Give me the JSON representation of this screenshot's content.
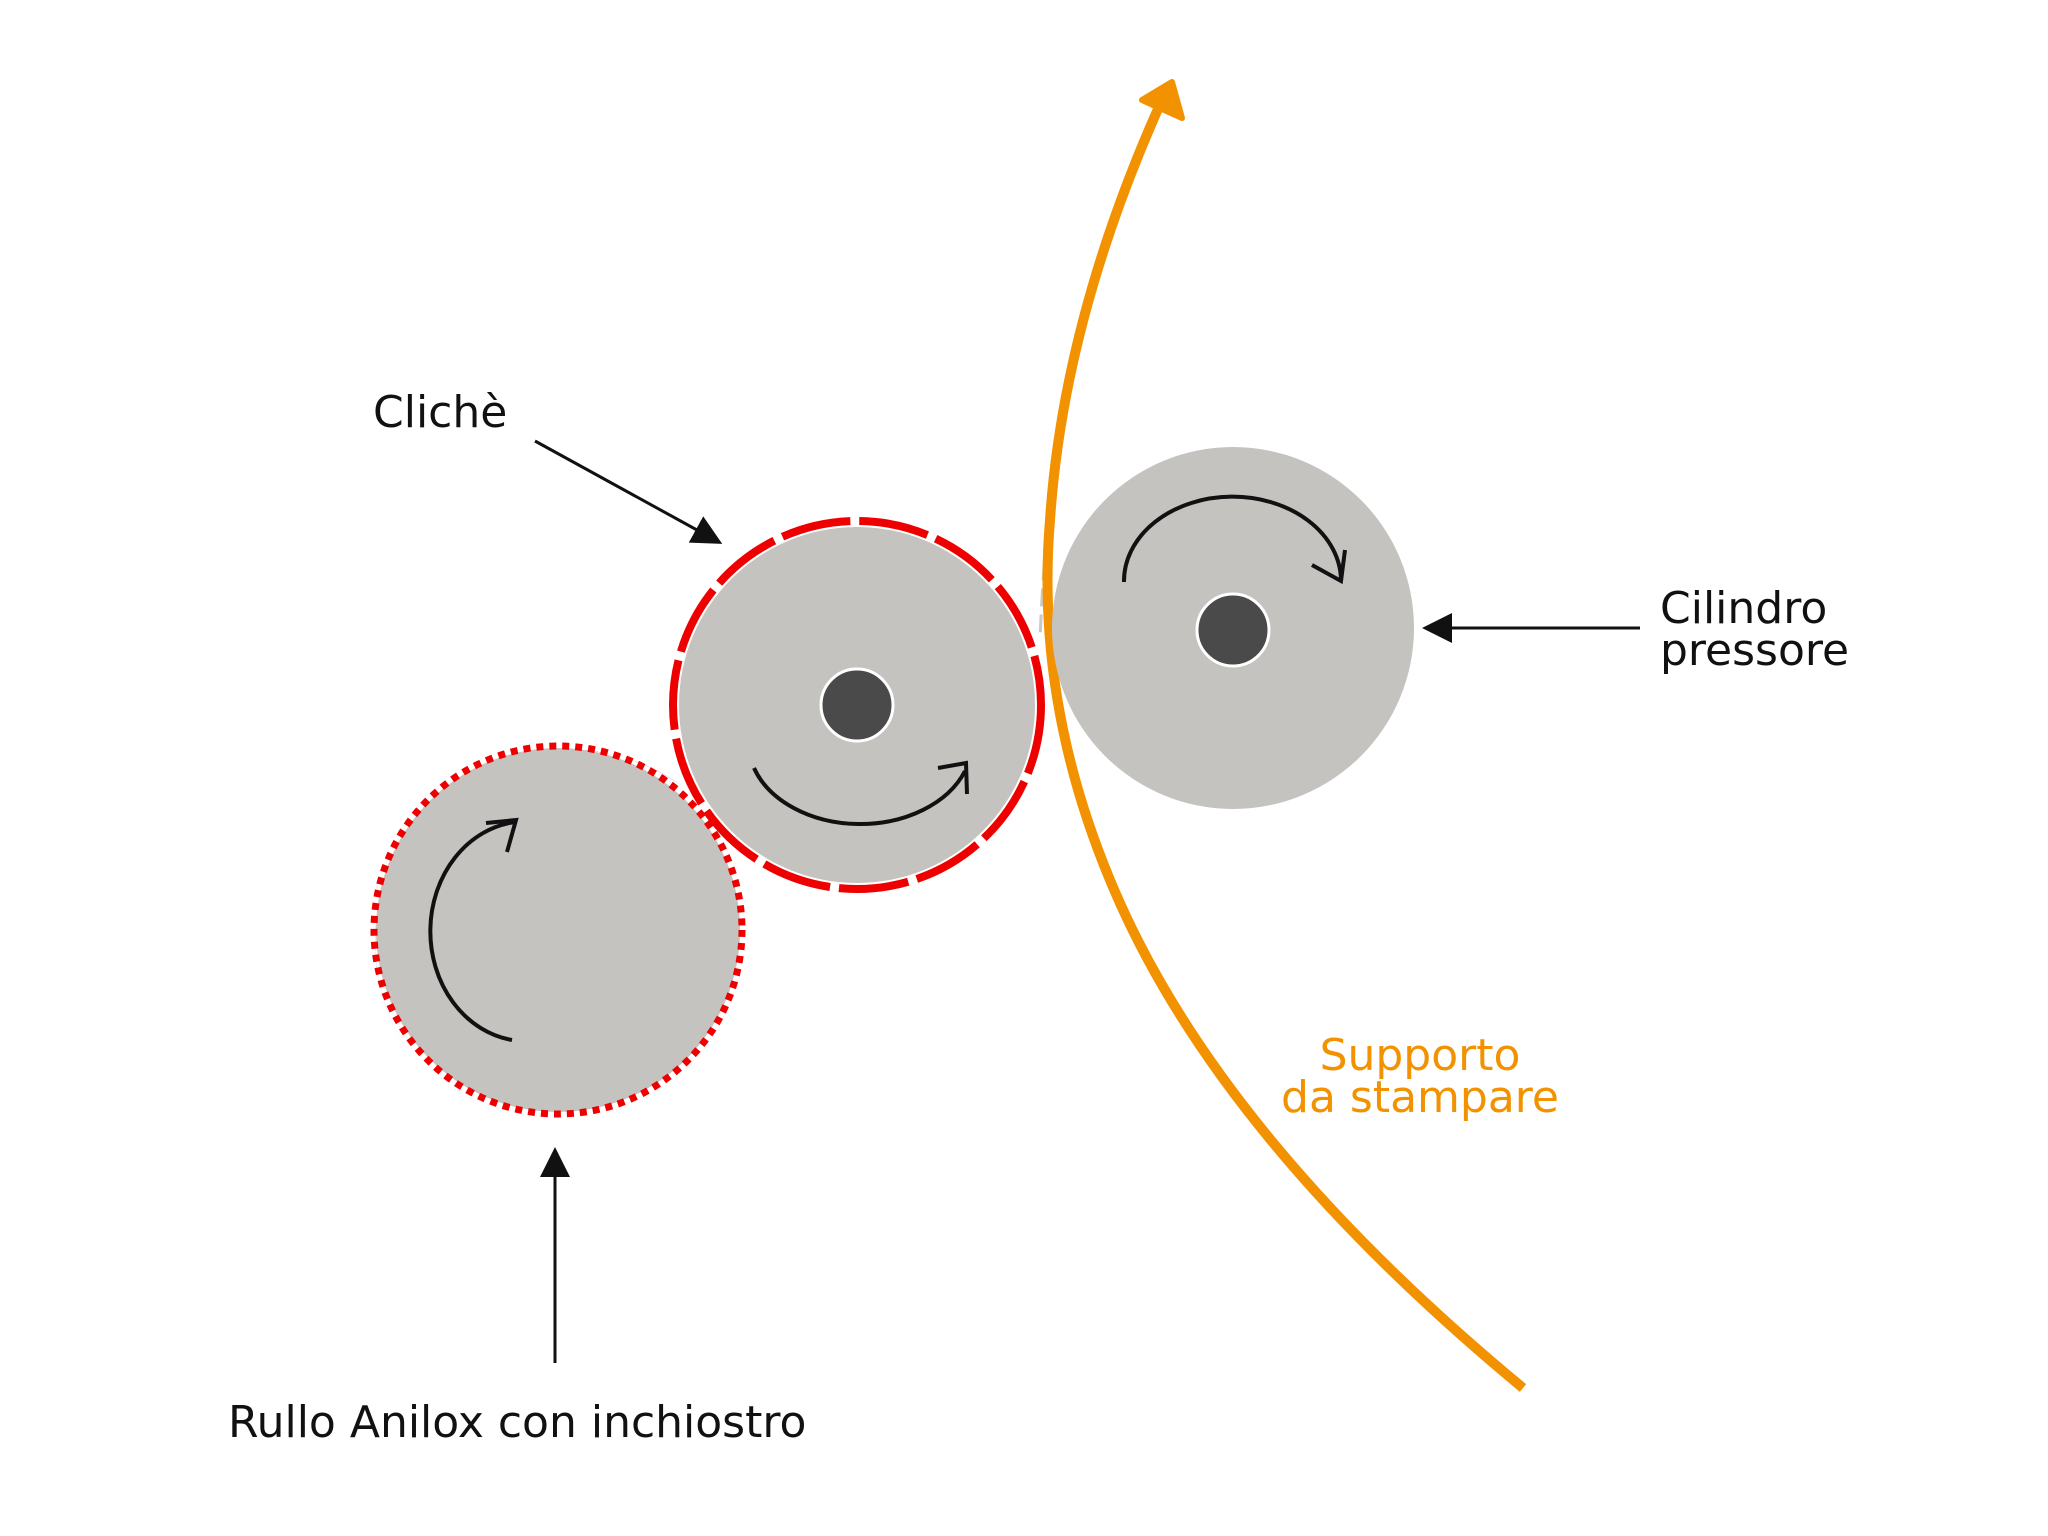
{
  "labels": {
    "cliche": "Clichè",
    "impression_cylinder_line1": "Cilindro",
    "impression_cylinder_line2": "pressore",
    "substrate_line1": "Supporto",
    "substrate_line2": "da stampare",
    "anilox": "Rullo Anilox con inchiostro"
  },
  "colors": {
    "roller_fill": "#c4c3bf",
    "hub_fill": "#4a4a4a",
    "cliche_dash": "#ee0000",
    "anilox_dots": "#ee0000",
    "ink": "#0000ee",
    "substrate": "#f39200",
    "arrow": "#111111"
  }
}
